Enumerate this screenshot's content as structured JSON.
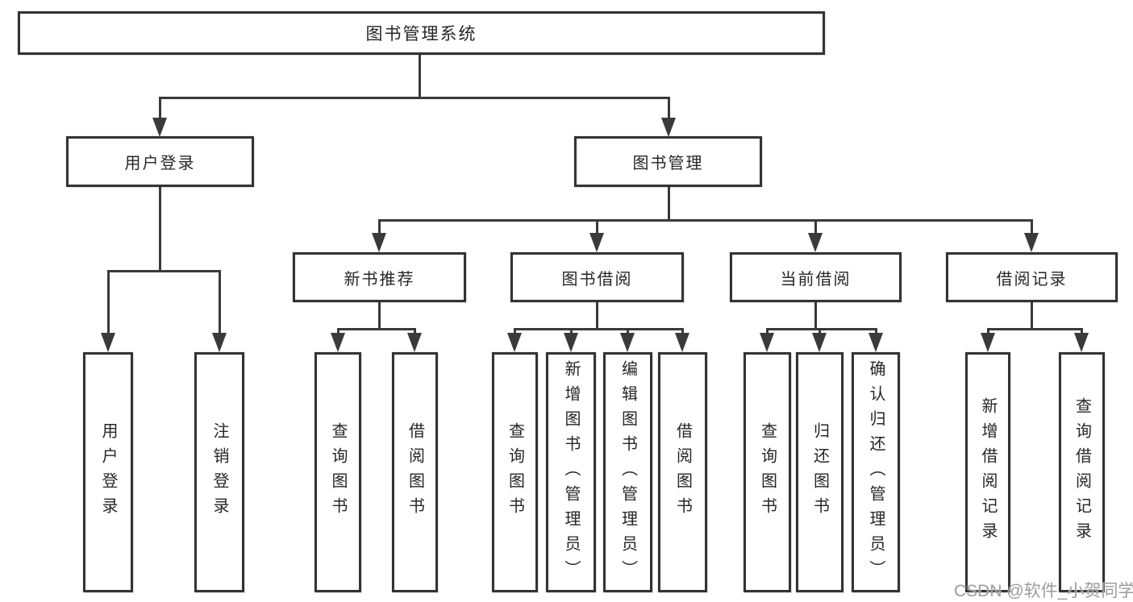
{
  "tree": {
    "label": "图书管理系统",
    "children": [
      {
        "label": "用户登录",
        "children": [
          {
            "label": "用户登录"
          },
          {
            "label": "注销登录"
          }
        ]
      },
      {
        "label": "图书管理",
        "children": [
          {
            "label": "新书推荐",
            "children": [
              {
                "label": "查询图书"
              },
              {
                "label": "借阅图书"
              }
            ]
          },
          {
            "label": "图书借阅",
            "children": [
              {
                "label": "查询图书"
              },
              {
                "label": "新增图书（管理员）"
              },
              {
                "label": "编辑图书（管理员）"
              },
              {
                "label": "借阅图书"
              }
            ]
          },
          {
            "label": "当前借阅",
            "children": [
              {
                "label": "查询图书"
              },
              {
                "label": "归还图书"
              },
              {
                "label": "确认归还（管理员）"
              }
            ]
          },
          {
            "label": "借阅记录",
            "children": [
              {
                "label": "新增借阅记录"
              },
              {
                "label": "查询借阅记录"
              }
            ]
          }
        ]
      }
    ]
  },
  "watermark": {
    "text": "CSDN @软件_小贺同学"
  },
  "colors": {
    "line": "#3a3a3a",
    "box_border": "#333333",
    "text": "#262626",
    "watermark_text": "#9c9c9c",
    "background": "#ffffff"
  }
}
